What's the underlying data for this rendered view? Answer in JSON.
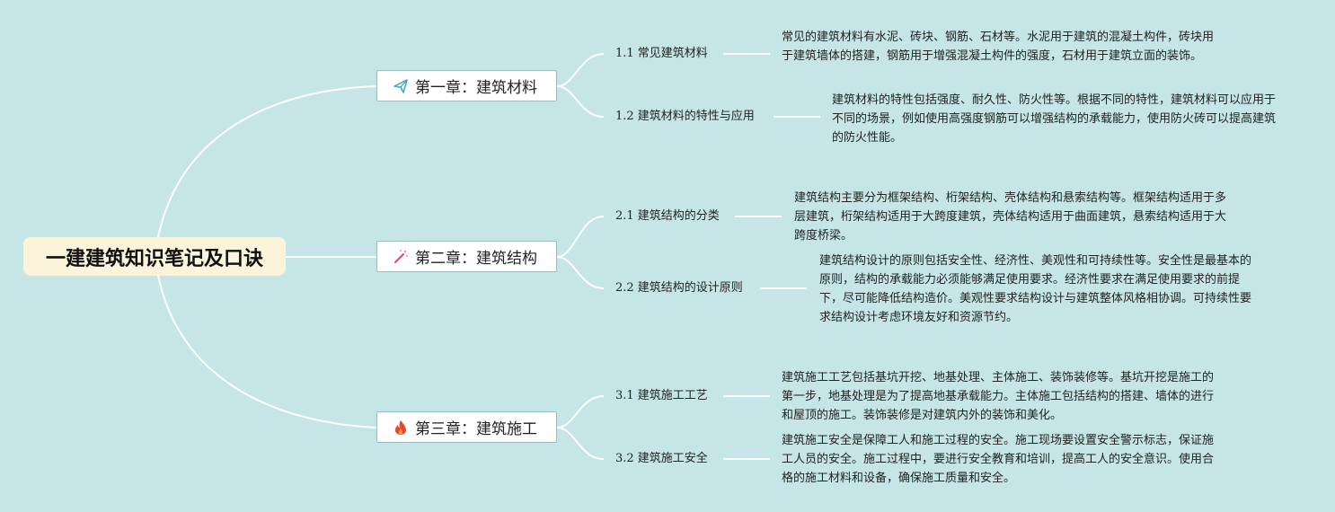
{
  "root": {
    "title": "一建建筑知识笔记及口诀"
  },
  "chapters": [
    {
      "title": "第一章：建筑材料",
      "icon": "paper-plane-icon",
      "sections": [
        {
          "title": "1.1 常见建筑材料",
          "desc": "常见的建筑材料有水泥、砖块、钢筋、石材等。水泥用于建筑的混凝土构件，砖块用于建筑墙体的搭建，钢筋用于增强混凝土构件的强度，石材用于建筑立面的装饰。"
        },
        {
          "title": "1.2 建筑材料的特性与应用",
          "desc": "建筑材料的特性包括强度、耐久性、防火性等。根据不同的特性，建筑材料可以应用于不同的场景，例如使用高强度钢筋可以增强结构的承载能力，使用防火砖可以提高建筑的防火性能。"
        }
      ]
    },
    {
      "title": "第二章：建筑结构",
      "icon": "magic-wand-icon",
      "sections": [
        {
          "title": "2.1 建筑结构的分类",
          "desc": "建筑结构主要分为框架结构、桁架结构、壳体结构和悬索结构等。框架结构适用于多层建筑，桁架结构适用于大跨度建筑，壳体结构适用于曲面建筑，悬索结构适用于大跨度桥梁。"
        },
        {
          "title": "2.2 建筑结构的设计原则",
          "desc": "建筑结构设计的原则包括安全性、经济性、美观性和可持续性等。安全性是最基本的原则，结构的承载能力必须能够满足使用要求。经济性要求在满足使用要求的前提下，尽可能降低结构造价。美观性要求结构设计与建筑整体风格相协调。可持续性要求结构设计考虑环境友好和资源节约。"
        }
      ]
    },
    {
      "title": "第三章：建筑施工",
      "icon": "fire-icon",
      "sections": [
        {
          "title": "3.1 建筑施工工艺",
          "desc": "建筑施工工艺包括基坑开挖、地基处理、主体施工、装饰装修等。基坑开挖是施工的第一步，地基处理是为了提高地基承载能力。主体施工包括结构的搭建、墙体的进行和屋顶的施工。装饰装修是对建筑内外的装饰和美化。"
        },
        {
          "title": "3.2 建筑施工安全",
          "desc": "建筑施工安全是保障工人和施工过程的安全。施工现场要设置安全警示标志，保证施工人员的安全。施工过程中，要进行安全教育和培训，提高工人的安全意识。使用合格的施工材料和设备，确保施工质量和安全。"
        }
      ]
    }
  ],
  "colors": {
    "background": "#c5e5e6",
    "root_fill": "#fbf4db",
    "line": "#ffffff",
    "chapter_border": "#9bbcbe"
  }
}
